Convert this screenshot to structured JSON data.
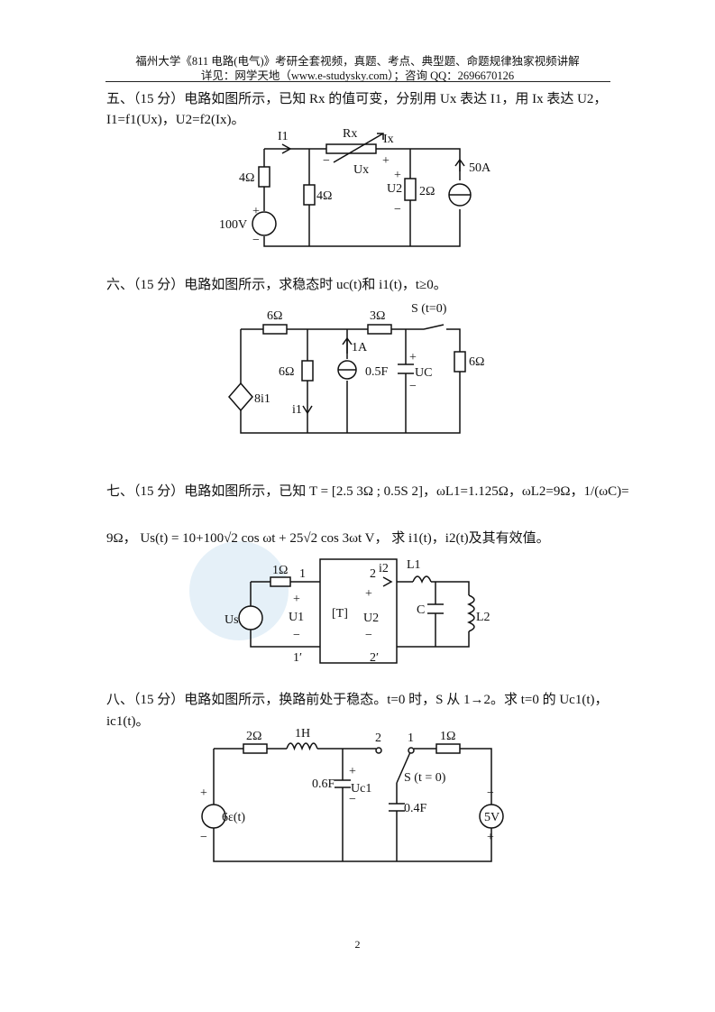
{
  "header": {
    "line1": "福州大学《811 电路(电气)》考研全套视频，真题、考点、典型题、命题规律独家视频讲解",
    "line2": "详见：网学天地（www.e-studysky.com）；咨询 QQ：2696670126"
  },
  "q5": {
    "text1": "五、（15 分）电路如图所示，已知 Rx 的值可变，分别用 Ux 表达 I1，用 Ix 表达 U2，",
    "text2": "I1=f1(Ux)，U2=f2(Ix)。",
    "labels": {
      "i1": "I1",
      "rx": "Rx",
      "ix": "Ix",
      "ux": "Ux",
      "r1": "4Ω",
      "r2": "4Ω",
      "u2": "U2",
      "r3": "2Ω",
      "is": "50A",
      "vs": "100V"
    }
  },
  "q6": {
    "text": "六、（15 分）电路如图所示，求稳态时 uc(t)和 i1(t)，t≥0。",
    "labels": {
      "r1": "6Ω",
      "r2": "3Ω",
      "sw": "S (t=0)",
      "r3": "6Ω",
      "is": "1A",
      "c": "0.5F",
      "uc": "UC",
      "r4": "6Ω",
      "dep": "8i1",
      "i1": "i1"
    }
  },
  "q7": {
    "text1": "七、（15 分）电路如图所示，已知 T = [2.5  3Ω ; 0.5S  2]，ωL1=1.125Ω，ωL2=9Ω，1/(ωC)=",
    "text2": "9Ω， Us(t) = 10+100√2 cos ωt + 25√2 cos 3ωt V， 求 i1(t)，i2(t)及其有效值。",
    "labels": {
      "r": "1Ω",
      "n1": "1",
      "n1p": "1′",
      "us": "Us",
      "u1": "U1",
      "t": "[T]",
      "u2": "U2",
      "n2": "2",
      "n2p": "2′",
      "i2": "i2",
      "l1": "L1",
      "c": "C",
      "l2": "L2"
    }
  },
  "q8": {
    "text1": "八、（15 分）电路如图所示，换路前处于稳态。t=0 时，S 从 1→2。求 t=0 的 Uc1(t)，",
    "text2": "ic1(t)。",
    "labels": {
      "r1": "2Ω",
      "l": "1H",
      "n2": "2",
      "n1": "1",
      "r2": "1Ω",
      "c1": "0.6F",
      "uc1": "Uc1",
      "sw": "S (t = 0)",
      "c2": "0.4F",
      "src": "6ε(t)",
      "v": "5V"
    }
  },
  "page_number": "2"
}
